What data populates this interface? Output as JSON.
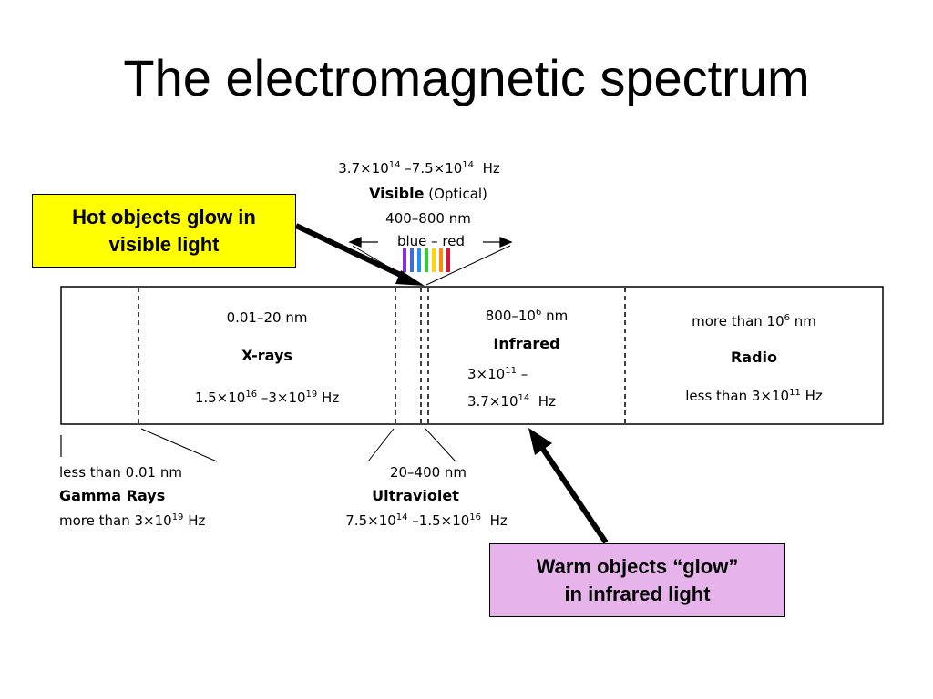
{
  "title": "The electromagnetic spectrum",
  "visible": {
    "freq_pre": "3.7×10",
    "freq_exp1": "14",
    "freq_mid": " –7.5×10",
    "freq_exp2": "14",
    "freq_post": "  Hz",
    "name": "Visible",
    "name_suffix": " (Optical)",
    "wavelength": "400–800 nm",
    "range_label": "blue – red"
  },
  "xrays": {
    "wavelength": "0.01–20 nm",
    "name": "X-rays",
    "freq_pre": "1.5×10",
    "freq_exp1": "16",
    "freq_mid": " –3×10",
    "freq_exp2": "19",
    "freq_post": " Hz"
  },
  "infrared": {
    "wl_pre": "800–10",
    "wl_exp": "6",
    "wl_post": " nm",
    "name": "Infrared",
    "freq1_pre": "3×10",
    "freq1_exp": "11",
    "freq1_post": " –",
    "freq2_pre": "3.7×10",
    "freq2_exp": "14",
    "freq2_post": "  Hz"
  },
  "radio": {
    "wl_pre": "more than 10",
    "wl_exp": "6",
    "wl_post": " nm",
    "name": "Radio",
    "freq_pre": "less than 3×10",
    "freq_exp": "11",
    "freq_post": " Hz"
  },
  "gamma": {
    "wavelength": "less than 0.01 nm",
    "name": "Gamma Rays",
    "freq_pre": "more than 3×10",
    "freq_exp": "19",
    "freq_post": " Hz"
  },
  "ultraviolet": {
    "wavelength": "20–400 nm",
    "name": "Ultraviolet",
    "freq_pre": "7.5×10",
    "freq_exp1": "14",
    "freq_mid": " –1.5×10",
    "freq_exp2": "16",
    "freq_post": "  Hz"
  },
  "callouts": {
    "hot": {
      "line1": "Hot objects glow in",
      "line2": "visible light",
      "color": "#ffff00"
    },
    "warm": {
      "line1": "Warm objects “glow”",
      "line2": "in infrared light",
      "color": "#e6b3ea"
    }
  },
  "colors": {
    "rainbow": [
      "#8a2be2",
      "#4169e1",
      "#1e90ff",
      "#32cd32",
      "#ffd700",
      "#ff8c00",
      "#dc143c"
    ]
  }
}
